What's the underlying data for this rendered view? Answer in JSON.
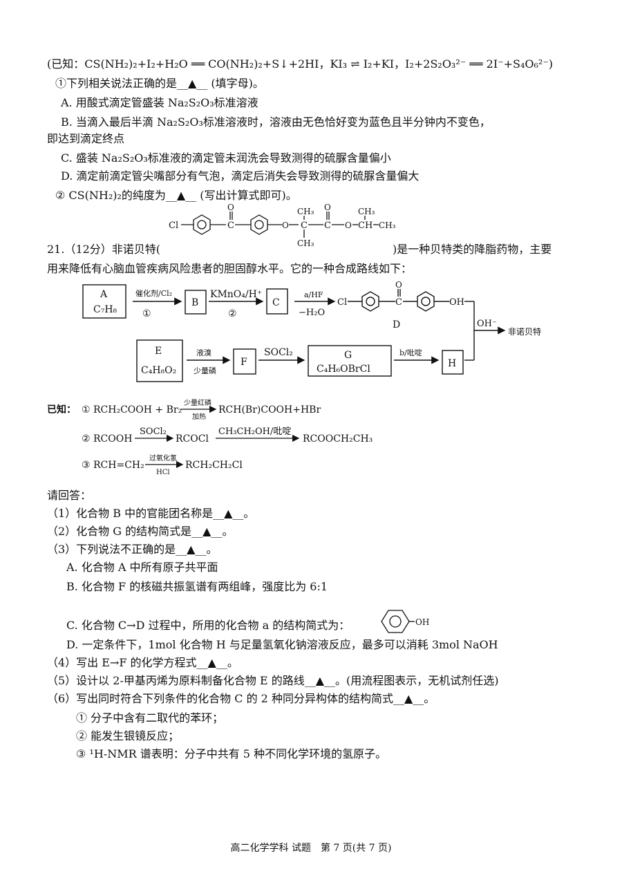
{
  "known_top": "(已知：CS(NH₂)₂+I₂+H₂O ══ CO(NH₂)₂+S↓+2HI，KI₃ ⇌ I₂+KI，I₂+2S₂O₃²⁻ ══ 2I⁻+S₄O₆²⁻)",
  "q_sub1": "①下列相关说法正确的是__▲__ (填字母)。",
  "opts1": {
    "A": "A. 用酸式滴定管盛装 Na₂S₂O₃标准溶液",
    "B": "B. 当滴入最后半滴 Na₂S₂O₃标准溶液时，溶液由无色恰好变为蓝色且半分钟内不变色，",
    "B2": "即达到滴定终点",
    "C": "C. 盛装 Na₂S₂O₃标准液的滴定管未润洗会导致测得的硫脲含量偏小",
    "D": "D. 滴定前滴定管尖嘴部分有气泡，滴定后消失会导致测得的硫脲含量偏大"
  },
  "q_sub2": "② CS(NH₂)₂的纯度为__▲__ (写出计算式即可)。",
  "q21_part1": "21.（12分）非诺贝特(",
  "q21_part2": ")是一种贝特类的降脂药物，主要",
  "q21_line2": "用来降低有心脑血管疾病风险患者的胆固醇水平。它的一种合成路线如下：",
  "mol_labels": {
    "cl": "Cl",
    "o": "O",
    "ch3": "CH₃",
    "ch": "CH",
    "c": "C",
    "oh": "OH"
  },
  "flow": {
    "A": "A",
    "A_formula": "C₇H₈",
    "cond1": "催化剂/Cl₂",
    "step1": "①",
    "B": "B",
    "cond2": "KMnO₄/H⁺",
    "step2": "②",
    "C": "C",
    "cond3_top": "a/HF",
    "cond3_bot": "−H₂O",
    "D": "D",
    "E": "E",
    "E_formula": "C₄H₈O₂",
    "cond4_top": "液溴",
    "cond4_bot": "少量磷",
    "F": "F",
    "cond5": "SOCl₂",
    "G": "G",
    "G_formula": "C₄H₆OBrCl",
    "cond6": "b/吡啶",
    "H": "H",
    "oh_cond": "OH⁻",
    "product": "非诺贝特"
  },
  "known2": {
    "label": "已知：",
    "r1_left": "① RCH₂COOH + Br₂",
    "r1_top": "少量红磷",
    "r1_bot": "加热",
    "r1_right": "RCH(Br)COOH+HBr",
    "r2_left": "② RCOOH",
    "r2_cond1": "SOCl₂",
    "r2_mid": "RCOCl",
    "r2_cond2": "CH₃CH₂OH/吡啶",
    "r2_right": "RCOOCH₂CH₃",
    "r3_left": "③ RCH=CH₂",
    "r3_top": "过氧化氢",
    "r3_bot": "HCl",
    "r3_right": "RCH₂CH₂Cl"
  },
  "answer_prompt": "请回答：",
  "questions": {
    "q1": "（1）化合物 B 中的官能团名称是__▲__。",
    "q2": "（2）化合物 G 的结构简式是__▲__。",
    "q3": "（3）下列说法不正确的是__▲__。",
    "q3A": "A. 化合物 A 中所有原子共平面",
    "q3B": "B. 化合物 F 的核磁共振氢谱有两组峰，强度比为 6:1",
    "q3C": "C. 化合物 C→D 过程中，所用的化合物 a 的结构简式为：",
    "q3D": "D. 一定条件下，1mol 化合物 H 与足量氢氧化钠溶液反应，最多可以消耗 3mol NaOH",
    "q4": "（4）写出 E→F 的化学方程式__▲__。",
    "q5": "（5）设计以 2-甲基丙烯为原料制备化合物 E 的路线__▲__。(用流程图表示，无机试剂任选)",
    "q6": "（6）写出同时符合下列条件的化合物 C 的 2 种同分异构体的结构简式__▲__。",
    "c1": "① 分子中含有二取代的苯环；",
    "c2": "② 能发生银镜反应；",
    "c3": "③ ¹H-NMR 谱表明：分子中共有 5 种不同化学环境的氢原子。"
  },
  "footer": "高二化学学科 试题　第 7 页(共 7 页)"
}
